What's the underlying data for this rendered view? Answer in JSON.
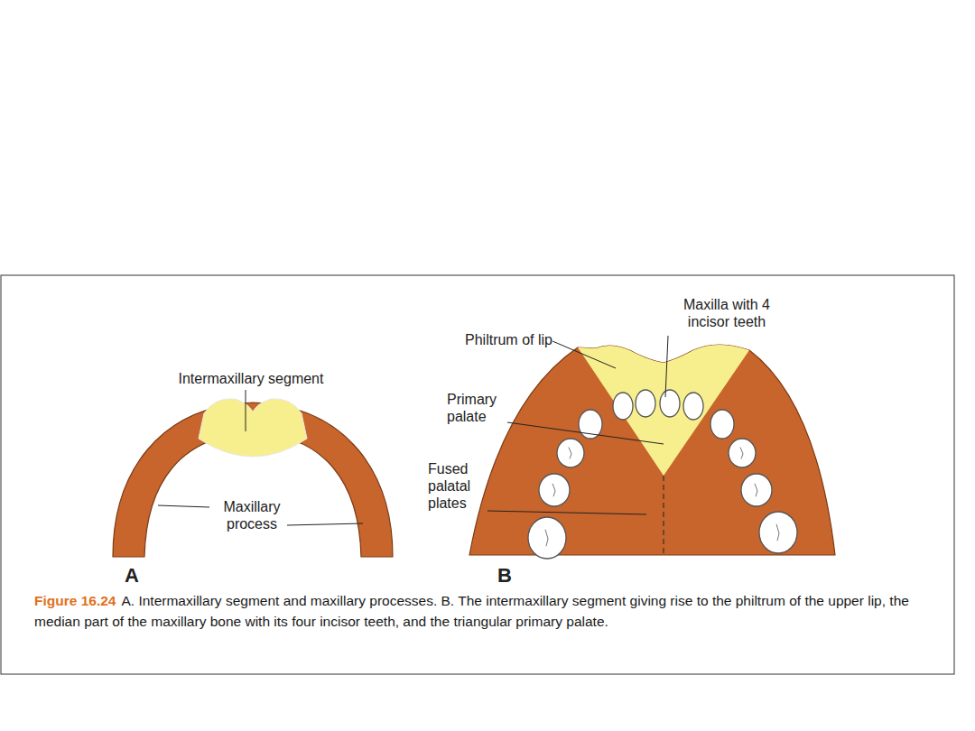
{
  "diagram": {
    "caption": "A. Intermaxillary segment and maxillary processes. B. The intermaxillary segment giving rise to the philtrum of the upper lip, the median part of the maxillary bone with its four incisor teeth, and the triangular primary palate.",
    "labels": [
      "Intermaxillary segment",
      "Maxillary process",
      "A",
      "Philtrum of lip",
      "Maxilla with 4 incisor teeth",
      "Primary palate",
      "Fused palatal plates",
      "B",
      "Figure 16.24"
    ]
  }
}
